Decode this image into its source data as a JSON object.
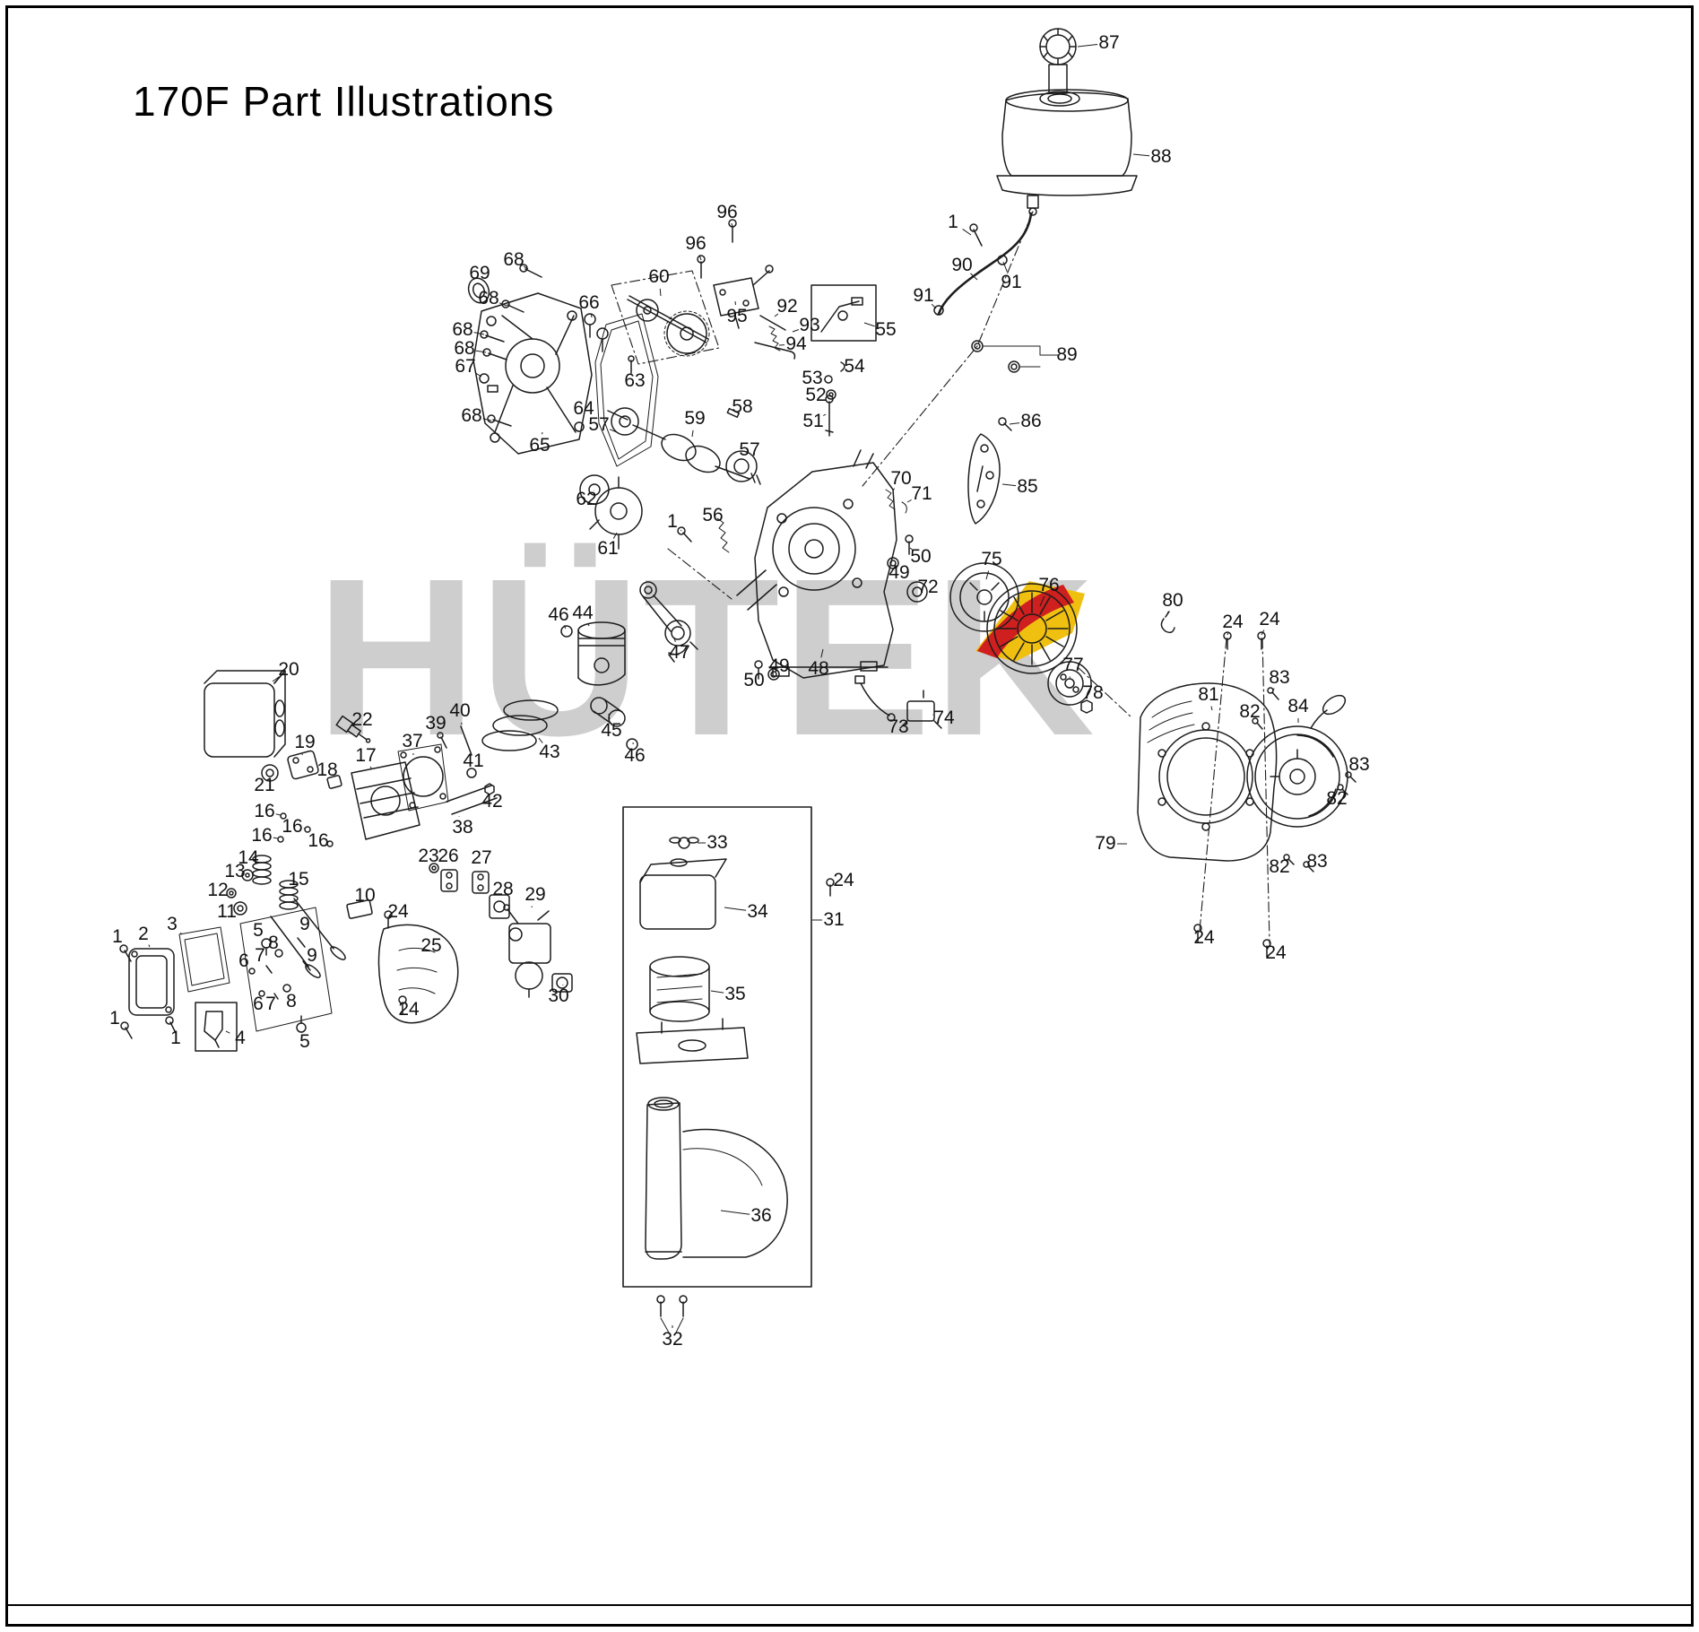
{
  "title": "170F Part Illustrations",
  "watermark": {
    "text": "HÜTEK",
    "color": "#c3c3c3",
    "accent_yellow": "#f0c010",
    "accent_red": "#cf1f1f"
  },
  "diagram": {
    "type": "exploded-parts-diagram",
    "subject": "170F engine",
    "callouts": [
      [
        "87",
        1237,
        48,
        1202,
        52
      ],
      [
        "88",
        1295,
        175,
        1264,
        172
      ],
      [
        "1",
        1063,
        248,
        1083,
        262
      ],
      [
        "90",
        1073,
        296,
        1090,
        312
      ],
      [
        "91",
        1128,
        315,
        1119,
        292
      ],
      [
        "91",
        1030,
        330,
        1044,
        344
      ],
      [
        "96",
        811,
        237,
        817,
        252
      ],
      [
        "96",
        776,
        272,
        782,
        290
      ],
      [
        "68",
        573,
        290,
        589,
        300
      ],
      [
        "69",
        535,
        305,
        536,
        318
      ],
      [
        "68",
        545,
        333,
        565,
        341
      ],
      [
        "60",
        735,
        309,
        737,
        330
      ],
      [
        "95",
        822,
        353,
        820,
        336
      ],
      [
        "92",
        878,
        342,
        864,
        353
      ],
      [
        "93",
        903,
        363,
        884,
        370
      ],
      [
        "55",
        988,
        368,
        964,
        360
      ],
      [
        "68",
        516,
        368,
        540,
        373
      ],
      [
        "94",
        888,
        384,
        869,
        385
      ],
      [
        "68",
        518,
        389,
        542,
        393
      ],
      [
        "67",
        519,
        409,
        537,
        420
      ],
      [
        "66",
        657,
        338,
        660,
        354
      ],
      [
        "54",
        953,
        409,
        941,
        408
      ],
      [
        "53",
        906,
        422,
        920,
        423
      ],
      [
        "52",
        910,
        441,
        923,
        440
      ],
      [
        "89",
        1190,
        396,
        1164,
        396
      ],
      [
        "63",
        708,
        425,
        706,
        412
      ],
      [
        "51",
        907,
        470,
        921,
        462
      ],
      [
        "68",
        526,
        464,
        548,
        469
      ],
      [
        "64",
        651,
        456,
        660,
        447
      ],
      [
        "57",
        668,
        474,
        688,
        482
      ],
      [
        "58",
        828,
        454,
        819,
        464
      ],
      [
        "59",
        775,
        467,
        772,
        487
      ],
      [
        "86",
        1150,
        470,
        1126,
        473
      ],
      [
        "65",
        602,
        497,
        605,
        482
      ],
      [
        "85",
        1146,
        543,
        1118,
        540
      ],
      [
        "57",
        836,
        502,
        829,
        513
      ],
      [
        "62",
        654,
        557,
        663,
        547
      ],
      [
        "70",
        1005,
        534,
        996,
        547
      ],
      [
        "71",
        1028,
        551,
        1012,
        560
      ],
      [
        "61",
        678,
        612,
        688,
        594
      ],
      [
        "1",
        750,
        582,
        760,
        592
      ],
      [
        "56",
        795,
        575,
        803,
        582
      ],
      [
        "49",
        1003,
        639,
        996,
        629
      ],
      [
        "50",
        1027,
        621,
        1015,
        611
      ],
      [
        "72",
        1035,
        655,
        1026,
        659
      ],
      [
        "75",
        1106,
        624,
        1100,
        646
      ],
      [
        "76",
        1170,
        653,
        1160,
        676
      ],
      [
        "80",
        1308,
        670,
        1301,
        687
      ],
      [
        "24",
        1375,
        694,
        1369,
        708
      ],
      [
        "24",
        1416,
        691,
        1407,
        708
      ],
      [
        "46",
        623,
        686,
        631,
        701
      ],
      [
        "44",
        650,
        684,
        657,
        698
      ],
      [
        "47",
        758,
        728,
        752,
        712
      ],
      [
        "48",
        913,
        746,
        918,
        724
      ],
      [
        "50",
        841,
        759,
        846,
        750
      ],
      [
        "49",
        869,
        743,
        864,
        751
      ],
      [
        "20",
        322,
        747,
        304,
        760
      ],
      [
        "77",
        1197,
        742,
        1193,
        756
      ],
      [
        "83",
        1427,
        756,
        1420,
        770
      ],
      [
        "81",
        1348,
        775,
        1352,
        792
      ],
      [
        "78",
        1219,
        773,
        1214,
        782
      ],
      [
        "82",
        1394,
        794,
        1400,
        804
      ],
      [
        "84",
        1448,
        788,
        1448,
        806
      ],
      [
        "22",
        404,
        803,
        397,
        812
      ],
      [
        "40",
        513,
        793,
        515,
        808
      ],
      [
        "39",
        486,
        807,
        491,
        820
      ],
      [
        "19",
        340,
        828,
        337,
        842
      ],
      [
        "37",
        460,
        827,
        461,
        842
      ],
      [
        "43",
        613,
        839,
        601,
        823
      ],
      [
        "45",
        682,
        815,
        679,
        796
      ],
      [
        "46",
        708,
        843,
        706,
        828
      ],
      [
        "73",
        1002,
        811,
        996,
        799
      ],
      [
        "74",
        1053,
        801,
        1040,
        797
      ],
      [
        "18",
        365,
        859,
        371,
        868
      ],
      [
        "17",
        408,
        843,
        414,
        857
      ],
      [
        "21",
        295,
        876,
        299,
        864
      ],
      [
        "41",
        528,
        849,
        527,
        859
      ],
      [
        "83",
        1516,
        853,
        1507,
        862
      ],
      [
        "82",
        1491,
        891,
        1496,
        880
      ],
      [
        "16",
        295,
        905,
        313,
        909
      ],
      [
        "42",
        549,
        894,
        547,
        883
      ],
      [
        "16",
        326,
        922,
        340,
        924
      ],
      [
        "38",
        516,
        923,
        512,
        910
      ],
      [
        "16",
        292,
        932,
        310,
        935
      ],
      [
        "79",
        1233,
        941,
        1257,
        941
      ],
      [
        "16",
        355,
        938,
        366,
        940
      ],
      [
        "33",
        800,
        940,
        778,
        940
      ],
      [
        "14",
        277,
        957,
        288,
        960
      ],
      [
        "13",
        262,
        972,
        274,
        975
      ],
      [
        "23",
        478,
        955,
        483,
        964
      ],
      [
        "26",
        500,
        955,
        501,
        968
      ],
      [
        "27",
        537,
        957,
        536,
        970
      ],
      [
        "12",
        243,
        993,
        256,
        995
      ],
      [
        "15",
        333,
        981,
        322,
        984
      ],
      [
        "11",
        253,
        1017,
        266,
        1013
      ],
      [
        "28",
        561,
        992,
        557,
        1000
      ],
      [
        "29",
        597,
        998,
        593,
        1012
      ],
      [
        "34",
        845,
        1017,
        808,
        1012
      ],
      [
        "31",
        930,
        1026,
        906,
        1026
      ],
      [
        "10",
        407,
        999,
        400,
        1006
      ],
      [
        "24",
        941,
        982,
        928,
        985
      ],
      [
        "82",
        1427,
        967,
        1436,
        960
      ],
      [
        "83",
        1469,
        961,
        1460,
        964
      ],
      [
        "5",
        288,
        1038,
        295,
        1048
      ],
      [
        "9",
        340,
        1031,
        335,
        1043
      ],
      [
        "8",
        305,
        1052,
        309,
        1060
      ],
      [
        "24",
        444,
        1017,
        434,
        1021
      ],
      [
        "25",
        481,
        1055,
        470,
        1058
      ],
      [
        "3",
        192,
        1031,
        203,
        1042
      ],
      [
        "2",
        160,
        1042,
        167,
        1056
      ],
      [
        "1",
        131,
        1045,
        137,
        1057
      ],
      [
        "7",
        290,
        1066,
        295,
        1074
      ],
      [
        "6",
        272,
        1072,
        279,
        1080
      ],
      [
        "9",
        348,
        1066,
        342,
        1073
      ],
      [
        "24",
        1343,
        1046,
        1337,
        1037
      ],
      [
        "24",
        1423,
        1063,
        1414,
        1054
      ],
      [
        "35",
        820,
        1109,
        793,
        1105
      ],
      [
        "30",
        623,
        1111,
        628,
        1098
      ],
      [
        "6",
        288,
        1120,
        291,
        1110
      ],
      [
        "7",
        302,
        1120,
        305,
        1110
      ],
      [
        "8",
        325,
        1117,
        321,
        1107
      ],
      [
        "24",
        456,
        1126,
        450,
        1117
      ],
      [
        "1",
        128,
        1136,
        138,
        1143
      ],
      [
        "1",
        196,
        1158,
        191,
        1147
      ],
      [
        "4",
        268,
        1158,
        252,
        1150
      ],
      [
        "5",
        340,
        1162,
        337,
        1150
      ],
      [
        "36",
        849,
        1356,
        804,
        1350
      ],
      [
        "32",
        750,
        1494,
        750,
        1478
      ]
    ]
  }
}
